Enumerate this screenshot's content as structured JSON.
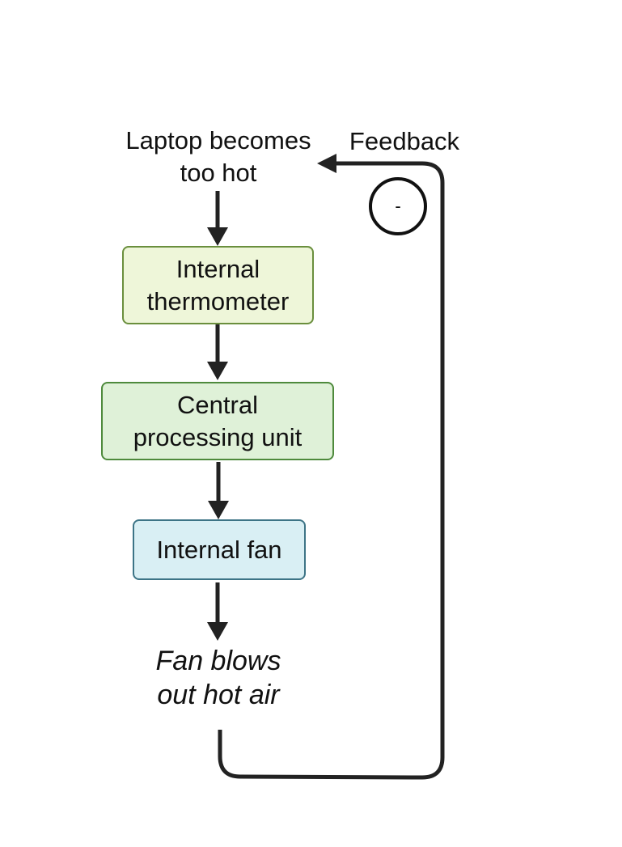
{
  "diagram": {
    "start_label": [
      "Laptop becomes",
      "too hot"
    ],
    "feedback_label": "Feedback",
    "feedback_sign": "-",
    "nodes": [
      {
        "id": "thermometer",
        "lines": [
          "Internal",
          "thermometer"
        ],
        "fill": "#eef6d9",
        "border": "#6a8f3d"
      },
      {
        "id": "cpu",
        "lines": [
          "Central",
          "processing unit"
        ],
        "fill": "#dff1d8",
        "border": "#4e8a3c"
      },
      {
        "id": "fan",
        "lines": [
          "Internal fan"
        ],
        "fill": "#d9eff4",
        "border": "#3d7486"
      }
    ],
    "end_label": [
      "Fan blows",
      "out hot air"
    ],
    "arrow_color": "#222222"
  }
}
